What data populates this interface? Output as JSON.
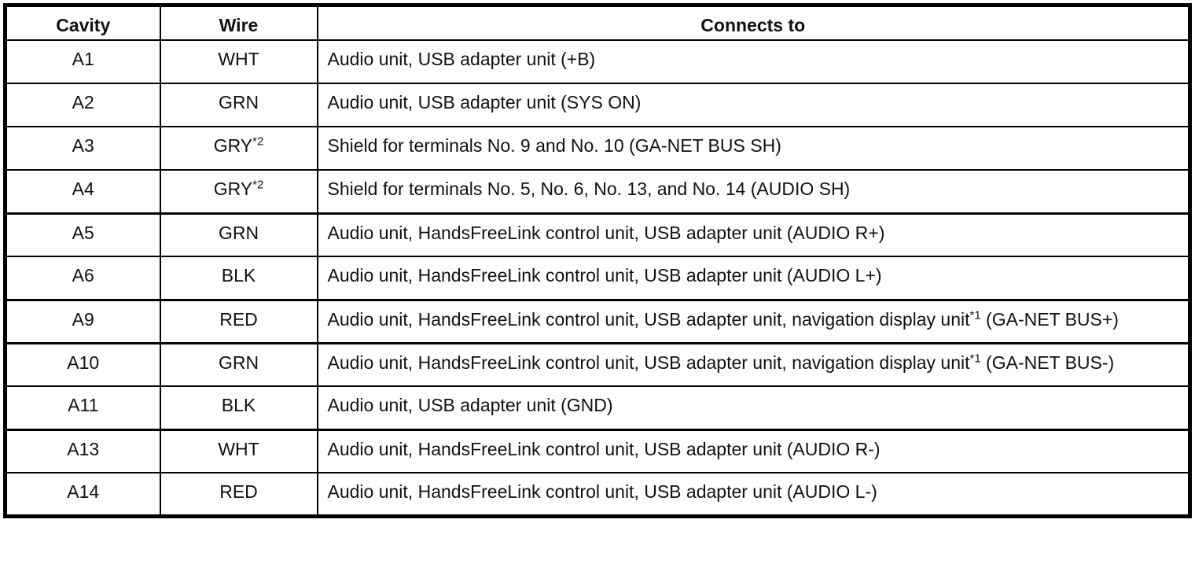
{
  "table": {
    "columns": [
      {
        "key": "cavity",
        "label": "Cavity"
      },
      {
        "key": "wire",
        "label": "Wire"
      },
      {
        "key": "connects",
        "label": "Connects to"
      }
    ],
    "rows": [
      {
        "cavity": "A1",
        "wire": "WHT",
        "wire_note": "",
        "connects": [
          {
            "t": "Audio unit, USB adapter unit (+B)"
          }
        ],
        "emphasized_top_border": false
      },
      {
        "cavity": "A2",
        "wire": "GRN",
        "wire_note": "",
        "connects": [
          {
            "t": "Audio unit, USB adapter unit (SYS ON)"
          }
        ],
        "emphasized_top_border": false
      },
      {
        "cavity": "A3",
        "wire": "GRY",
        "wire_note": "*2",
        "connects": [
          {
            "t": "Shield for terminals No. 9 and No. 10 (GA-NET BUS SH)"
          }
        ],
        "emphasized_top_border": false
      },
      {
        "cavity": "A4",
        "wire": "GRY",
        "wire_note": "*2",
        "connects": [
          {
            "t": "Shield for terminals No. 5, No. 6, No. 13, and No. 14 (AUDIO SH)"
          }
        ],
        "emphasized_top_border": false
      },
      {
        "cavity": "A5",
        "wire": "GRN",
        "wire_note": "",
        "connects": [
          {
            "t": "Audio unit, HandsFreeLink control unit, USB adapter unit (AUDIO R+)"
          }
        ],
        "emphasized_top_border": true
      },
      {
        "cavity": "A6",
        "wire": "BLK",
        "wire_note": "",
        "connects": [
          {
            "t": "Audio unit, HandsFreeLink control unit, USB adapter unit (AUDIO L+)"
          }
        ],
        "emphasized_top_border": false
      },
      {
        "cavity": "A9",
        "wire": "RED",
        "wire_note": "",
        "connects": [
          {
            "t": "Audio unit, HandsFreeLink control unit, USB adapter unit, navigation display unit"
          },
          {
            "sup": "*1"
          },
          {
            "t": " (GA-NET BUS+)"
          }
        ],
        "emphasized_top_border": true
      },
      {
        "cavity": "A10",
        "wire": "GRN",
        "wire_note": "",
        "connects": [
          {
            "t": "Audio unit, HandsFreeLink control unit, USB adapter unit, navigation display unit"
          },
          {
            "sup": "*1"
          },
          {
            "t": " (GA-NET BUS-)"
          }
        ],
        "emphasized_top_border": true
      },
      {
        "cavity": "A11",
        "wire": "BLK",
        "wire_note": "",
        "connects": [
          {
            "t": "Audio unit, USB adapter unit (GND)"
          }
        ],
        "emphasized_top_border": false
      },
      {
        "cavity": "A13",
        "wire": "WHT",
        "wire_note": "",
        "connects": [
          {
            "t": "Audio unit, HandsFreeLink control unit, USB adapter unit (AUDIO R-)"
          }
        ],
        "emphasized_top_border": true
      },
      {
        "cavity": "A14",
        "wire": "RED",
        "wire_note": "",
        "connects": [
          {
            "t": "Audio unit, HandsFreeLink control unit, USB adapter unit (AUDIO L-)"
          }
        ],
        "emphasized_top_border": false
      }
    ]
  }
}
